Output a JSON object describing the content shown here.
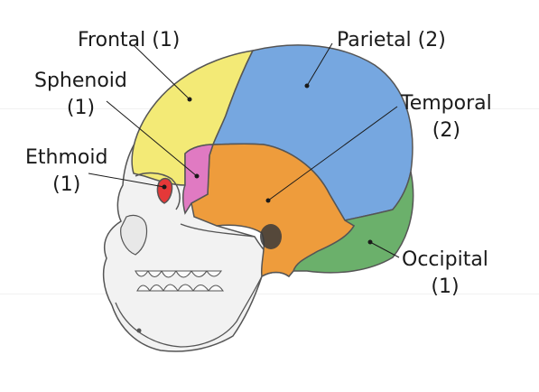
{
  "labels": {
    "frontal": {
      "name": "Frontal (1)"
    },
    "parietal": {
      "name": "Parietal (2)"
    },
    "sphenoid": {
      "name": "Sphenoid",
      "count": "(1)"
    },
    "temporal": {
      "name": "Temporal",
      "count": "(2)"
    },
    "ethmoid": {
      "name": "Ethmoid",
      "count": "(1)"
    },
    "occipital": {
      "name": "Occipital",
      "count": "(1)"
    }
  },
  "colors": {
    "frontal": "#f3ea76",
    "parietal": "#76a7e0",
    "sphenoid": "#e07ac2",
    "temporal": "#ee9c3c",
    "ethmoid": "#e53838",
    "occipital": "#6bb06b",
    "bone": "#f2f2f2",
    "outline": "#444444"
  }
}
